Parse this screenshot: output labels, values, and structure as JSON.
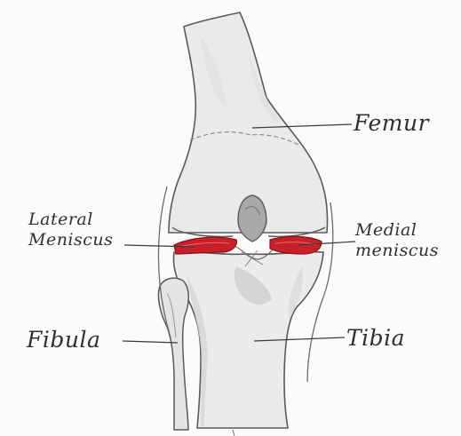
{
  "diagram": {
    "labels": {
      "femur": "Femur",
      "lateral_meniscus": [
        "Lateral",
        "Meniscus"
      ],
      "medial_meniscus": [
        "Medial",
        "meniscus"
      ],
      "fibula": "Fibula",
      "tibia": "Tibia"
    },
    "colors": {
      "bone_fill": "#eeeeee",
      "bone_shade": "#c9c9c9",
      "outline": "#4a4a4a",
      "meniscus": "#c8202a",
      "ink": "#2f2f33"
    }
  }
}
